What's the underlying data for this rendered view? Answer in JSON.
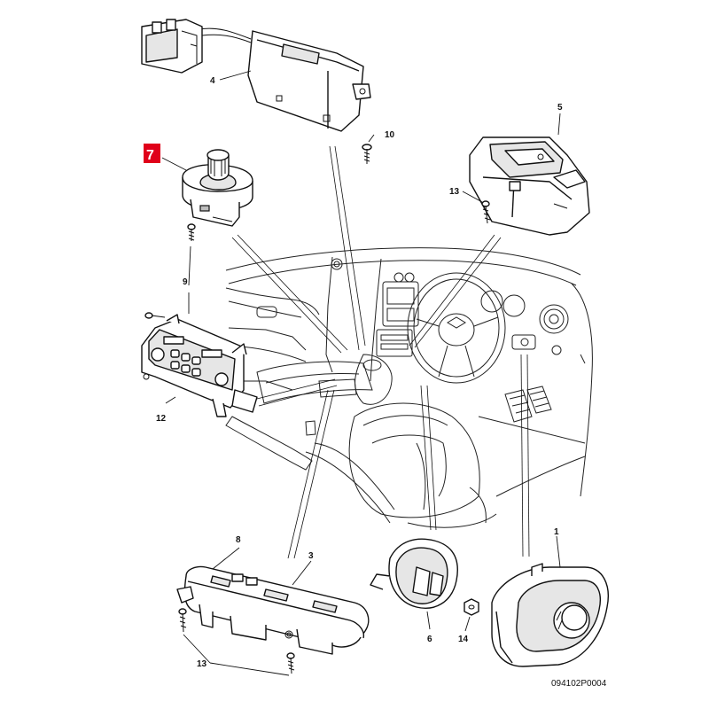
{
  "diagram": {
    "callouts": {
      "p1": "1",
      "p3": "3",
      "p4": "4",
      "p5": "5",
      "p6": "6",
      "p7": "7",
      "p8": "8",
      "p9": "9",
      "p10": "10",
      "p12": "12",
      "p13a": "13",
      "p13b": "13",
      "p14": "14"
    },
    "highlighted_callout": "7",
    "reference_code": "094102P0004",
    "highlight_color": "#e0001a"
  }
}
